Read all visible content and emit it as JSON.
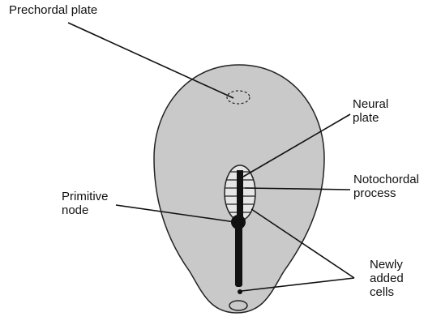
{
  "labels": {
    "prechordal_plate": "Prechordal plate",
    "neural_plate": [
      "Neural",
      "plate"
    ],
    "notochordal_process": [
      "Notochordal",
      "process"
    ],
    "primitive_node": [
      "Primitive",
      "node"
    ],
    "newly_added_cells": [
      "Newly",
      "added",
      "cells"
    ]
  },
  "colors": {
    "embryo_fill": "#c9c9c9",
    "outline": "#222222",
    "streak": "#111111",
    "background": "#ffffff"
  }
}
